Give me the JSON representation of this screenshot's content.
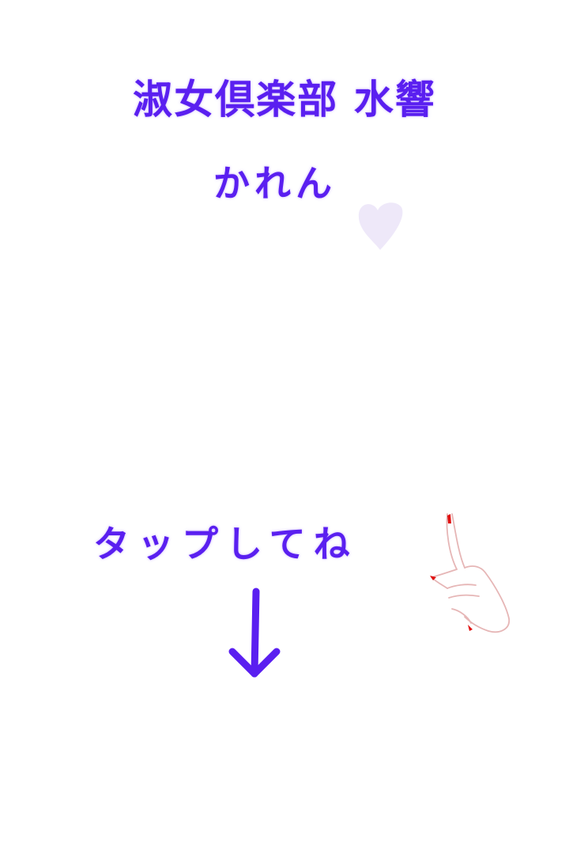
{
  "header": {
    "title": "淑女倶楽部 水響"
  },
  "profile": {
    "name": "かれん"
  },
  "cta": {
    "label": "タップしてね"
  },
  "icons": {
    "heart": "heart-icon",
    "arrow": "arrow-down-icon",
    "hand": "pointing-hand-icon"
  },
  "colors": {
    "text": "#5a1ff0",
    "heart": "#ece6f8",
    "hand_outline": "#e6b6b6",
    "nail": "#e01010",
    "background": "#ffffff"
  }
}
